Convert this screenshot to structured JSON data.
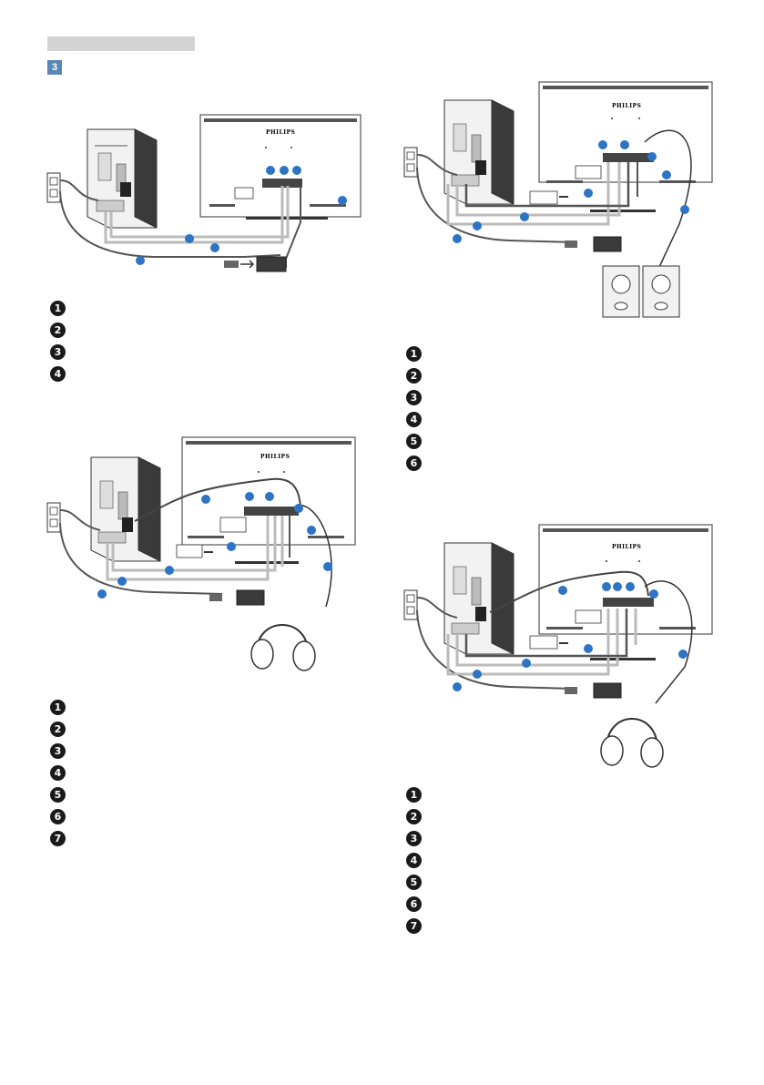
{
  "step": {
    "number": "3"
  },
  "brand": "PHILIPS",
  "lists": {
    "a": [
      "1",
      "2",
      "3",
      "4"
    ],
    "b": [
      "1",
      "2",
      "3",
      "4",
      "5",
      "6",
      "7"
    ],
    "c": [
      "1",
      "2",
      "3",
      "4",
      "5",
      "6"
    ],
    "d": [
      "1",
      "2",
      "3",
      "4",
      "5",
      "6",
      "7"
    ]
  },
  "colors": {
    "accent": "#2d74c4",
    "header_bar": "#d3d3d3",
    "badge": "#5b87b6"
  }
}
